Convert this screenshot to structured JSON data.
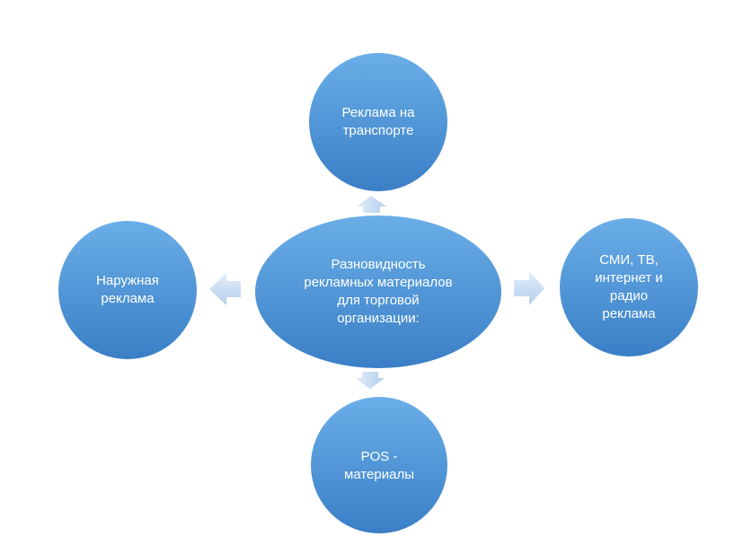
{
  "diagram": {
    "center": {
      "label": "Разновидность\nрекламных материалов\nдля торговой\nорганизации:"
    },
    "top": {
      "label": "Реклама на\nтранспорте"
    },
    "left": {
      "label": "Наружная\nреклама"
    },
    "right": {
      "label": "СМИ, ТВ,\nинтернет и\nрадио\nреклама"
    },
    "bottom": {
      "label": "POS -\nматериалы"
    }
  },
  "colors": {
    "node_light": "#6aaee8",
    "node_dark": "#3a7fc6",
    "arrow_light": "#e3eef9",
    "arrow_dark": "#b3cfec"
  }
}
